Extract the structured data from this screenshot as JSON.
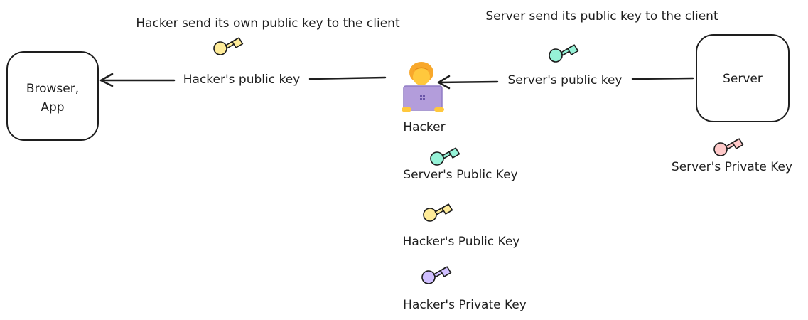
{
  "nodes": {
    "client": {
      "label_line1": "Browser,",
      "label_line2": "App"
    },
    "server": {
      "label": "Server"
    },
    "hacker": {
      "label": "Hacker"
    }
  },
  "annotations": {
    "hacker_sends": "Hacker send its own public key to the client",
    "server_sends": "Server send its public key to the client"
  },
  "edges": {
    "hacker_to_client": "Hacker's public key",
    "server_to_hacker": "Server's public key"
  },
  "keys": {
    "server_private": {
      "label": "Server's Private Key",
      "color": "#ffc9c9"
    },
    "hacker_server_public": {
      "label": "Server's Public Key",
      "color": "#96f2d7"
    },
    "hacker_public": {
      "label": "Hacker's Public Key",
      "color": "#ffec99"
    },
    "hacker_private": {
      "label": "Hacker's Private Key",
      "color": "#d0bfff"
    }
  },
  "key_colors": {
    "hacker_public_key": "#ffec99",
    "server_public_key": "#96f2d7"
  }
}
